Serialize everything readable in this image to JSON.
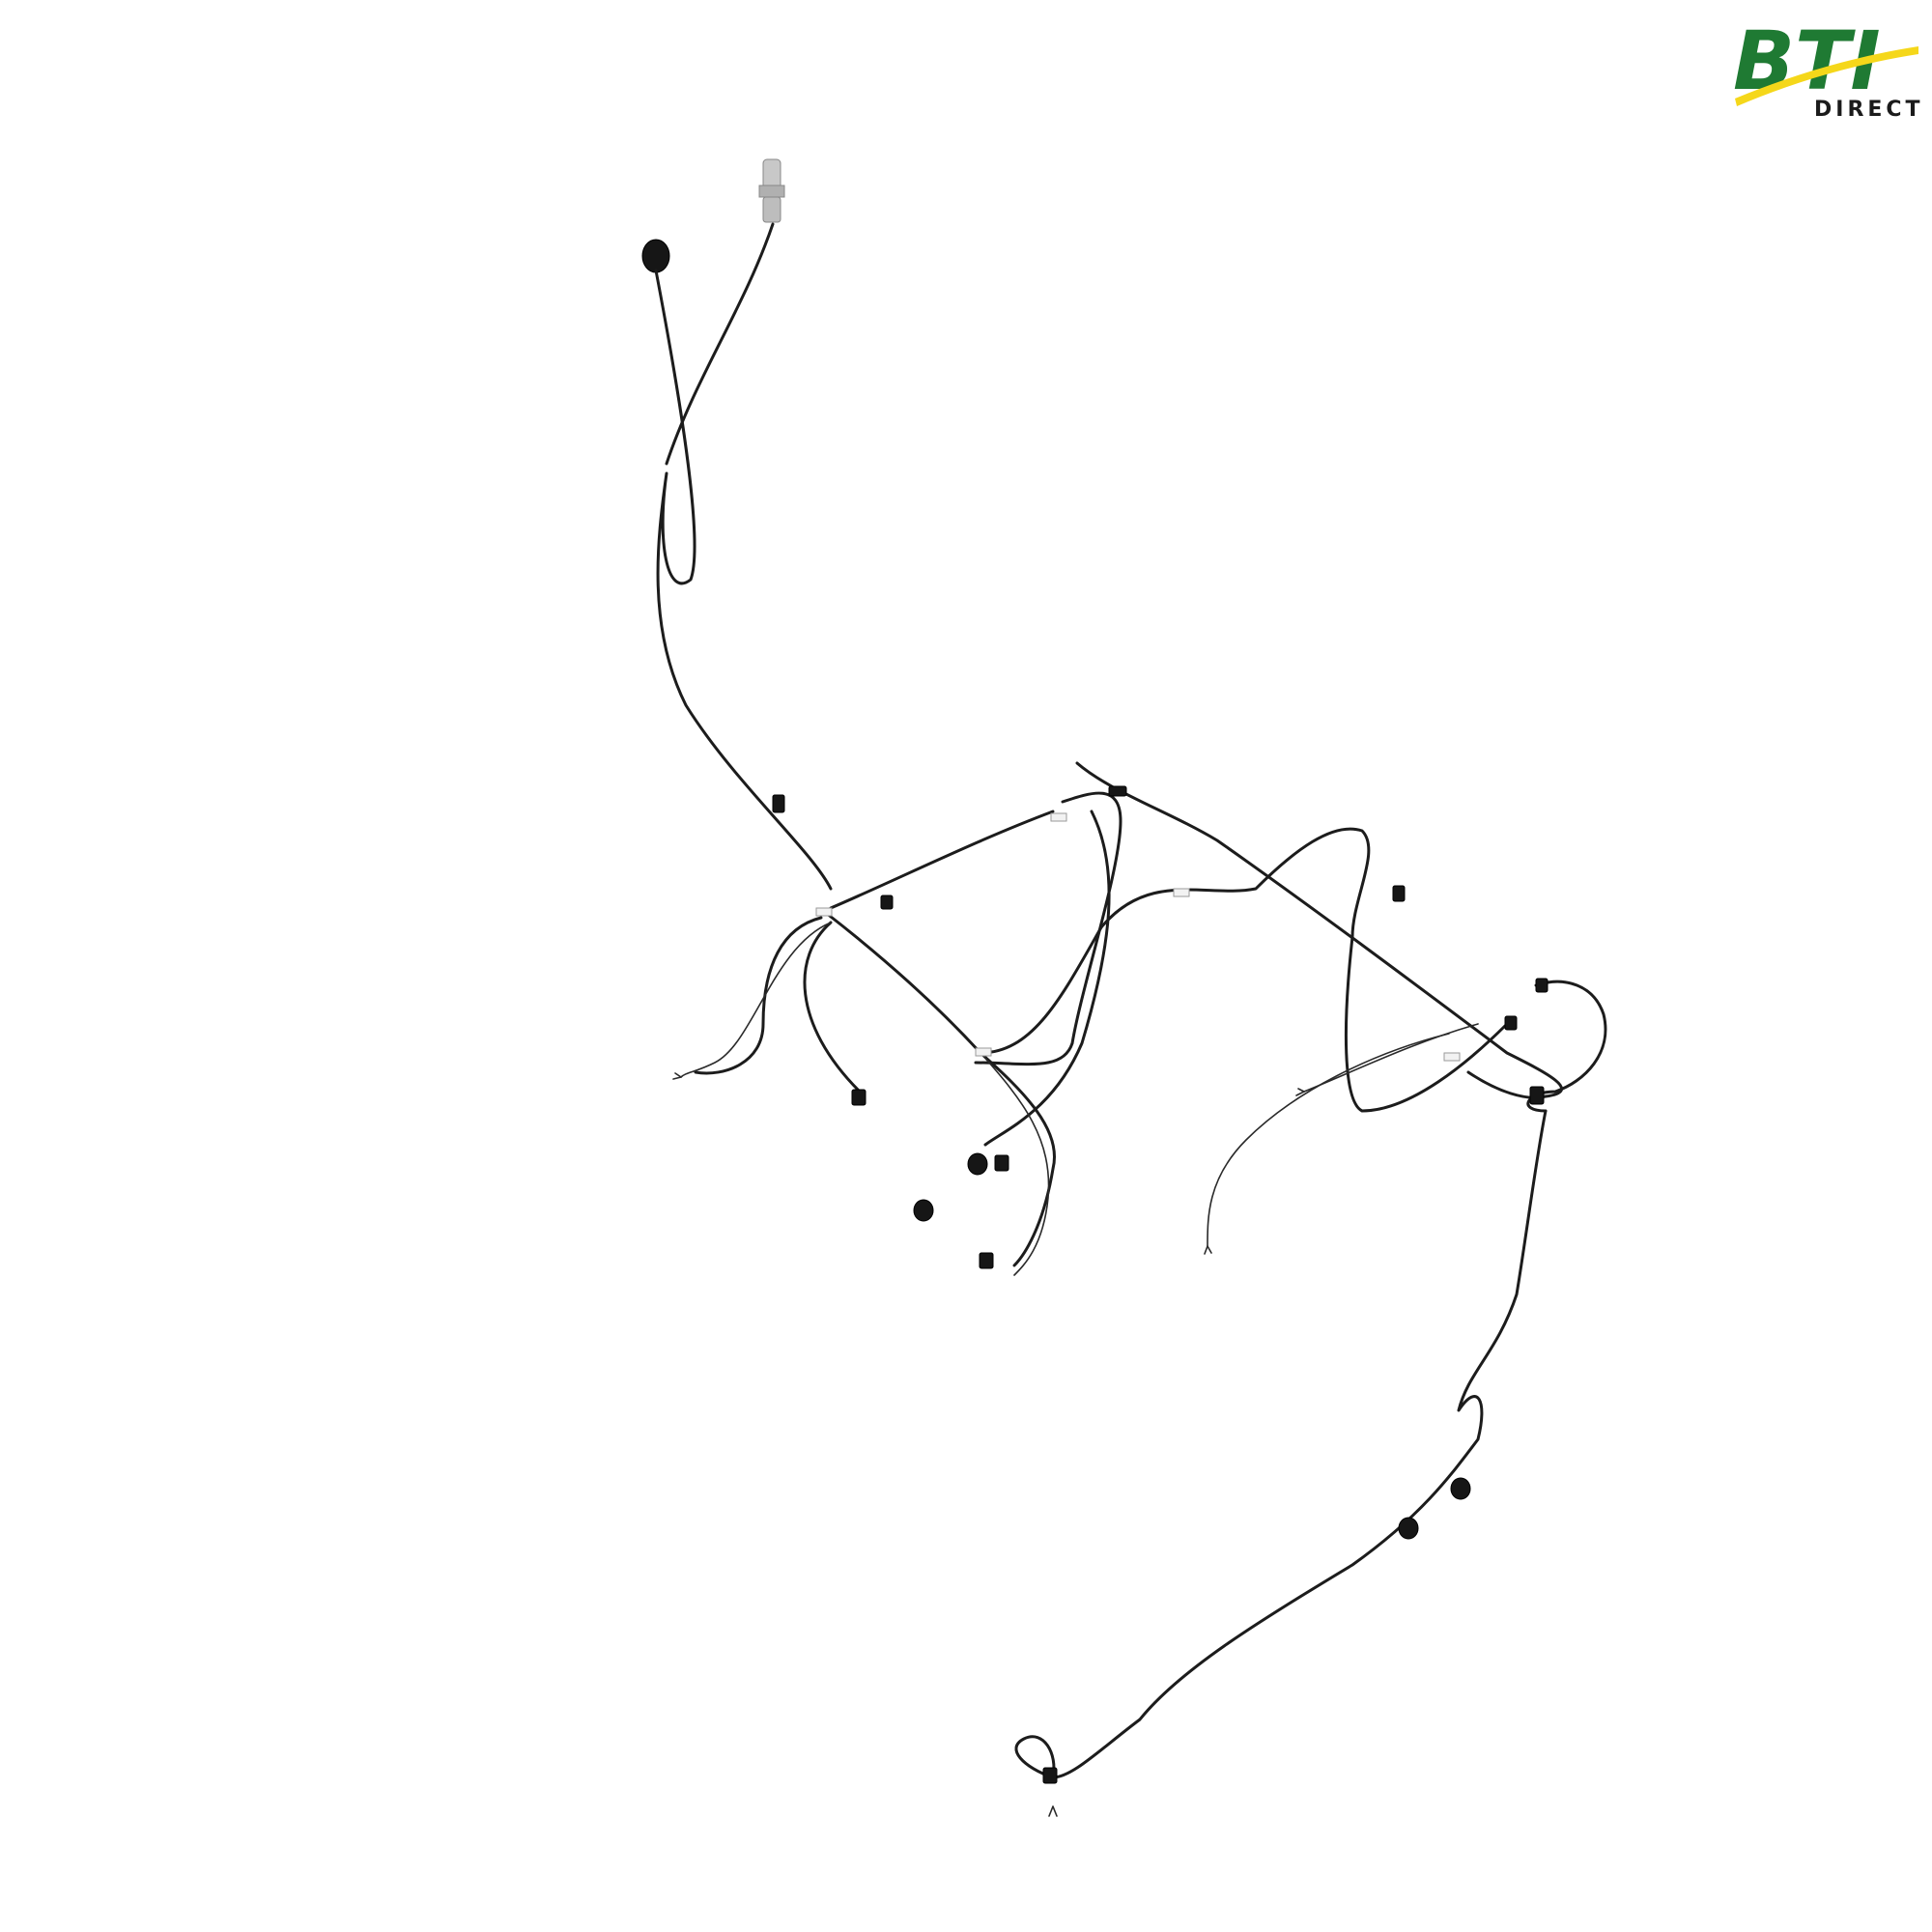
{
  "brand": {
    "name": "BTI",
    "subtitle": "DIRECT",
    "colors": {
      "green": "#1f7a33",
      "yellow": "#f5d71a",
      "dark": "#1b1b1b"
    }
  },
  "illustration": {
    "subject": "wiring-harness",
    "wire_color": "#1c1c1c",
    "connector_color": "#161616",
    "plug_color": "#b8b8b8"
  }
}
